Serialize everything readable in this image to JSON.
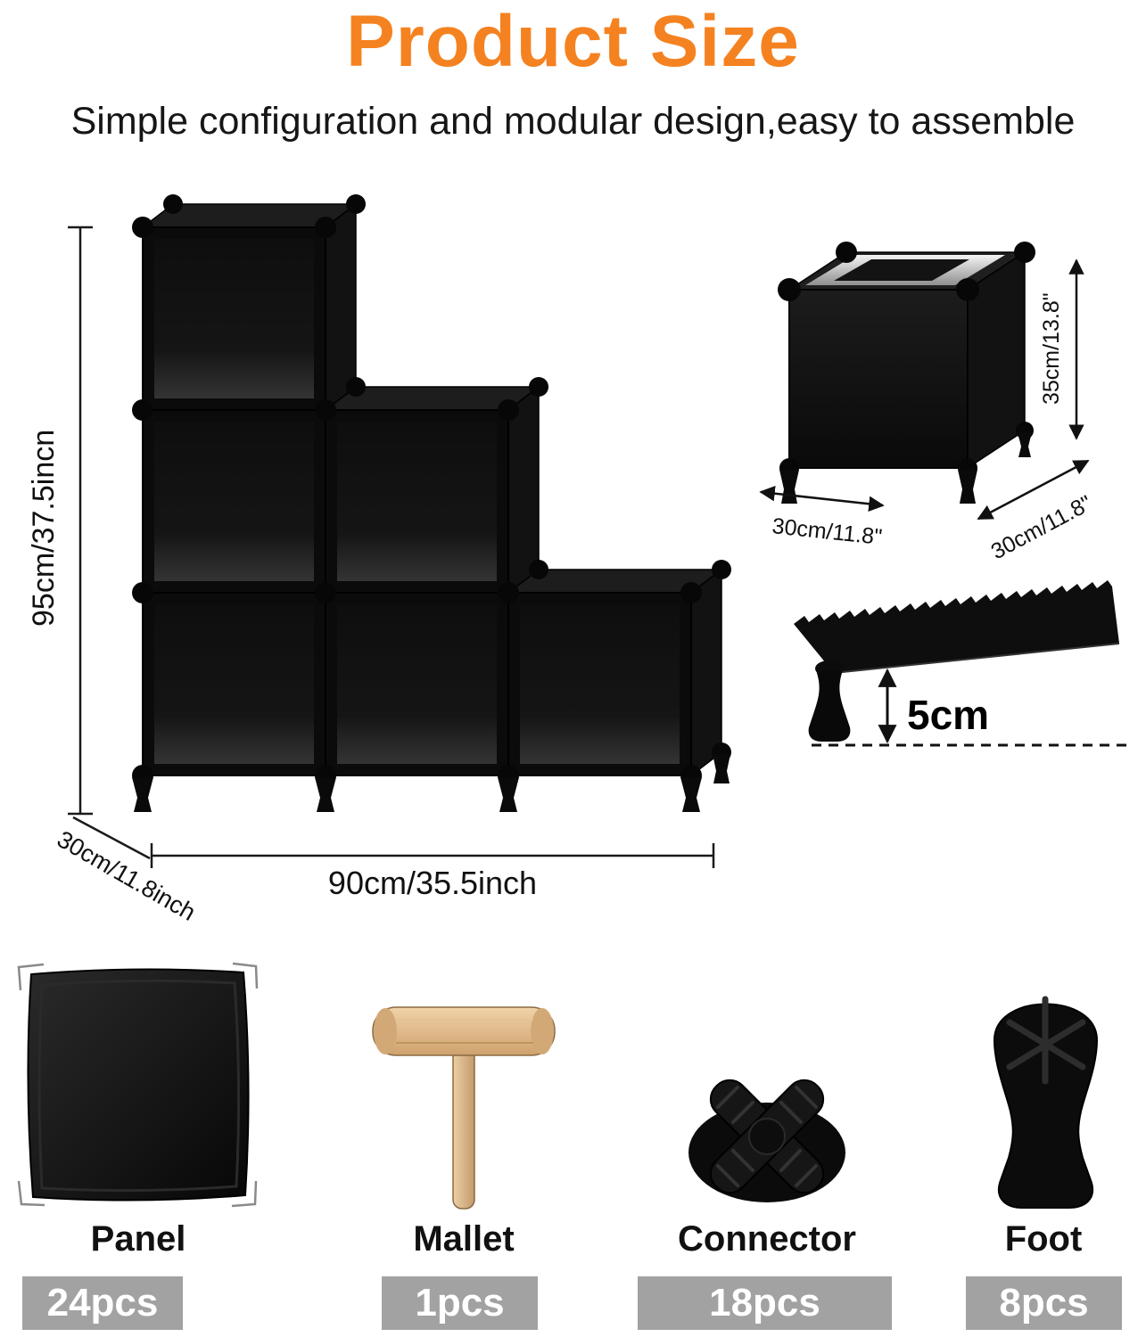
{
  "title": "Product Size",
  "subtitle": "Simple configuration and modular design,easy to assemble",
  "colors": {
    "accent_orange": "#F58220",
    "badge_gray": "#A2A2A2",
    "product_black": "#0D0D0D"
  },
  "main_diagram": {
    "description": "6-cube staircase storage organizer",
    "height_label": "95cm/37.5incn",
    "depth_label": "30cm/11.8inch",
    "width_label": "90cm/35.5inch"
  },
  "single_cube_diagram": {
    "description": "single storage cube",
    "height_label": "35cm/13.8\"",
    "width_label": "30cm/11.8\"",
    "depth_label": "30cm/11.8\""
  },
  "foot_diagram": {
    "description": "foot height close-up",
    "height_label": "5cm"
  },
  "parts": [
    {
      "name": "Panel",
      "qty": "24pcs"
    },
    {
      "name": "Mallet",
      "qty": "1pcs"
    },
    {
      "name": "Connector",
      "qty": "18pcs"
    },
    {
      "name": "Foot",
      "qty": "8pcs"
    }
  ]
}
